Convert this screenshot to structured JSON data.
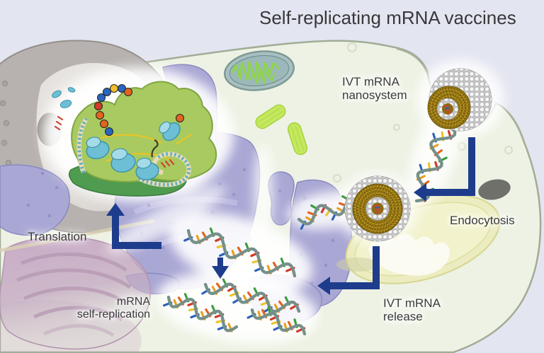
{
  "title": "Self-replicating mRNA vaccines",
  "labels": {
    "nanosystem": {
      "line1": "IVT mRNA",
      "line2": "nanosystem"
    },
    "endocytosis": {
      "line1": "Endocytosis"
    },
    "release": {
      "line1": "IVT mRNA",
      "line2": "release"
    },
    "translation": {
      "line1": "Translation"
    },
    "replication": {
      "line1": "mRNA",
      "line2": "self-replication"
    }
  },
  "colors": {
    "background": "#e3e5f0",
    "cell_fill": "#edf2e4",
    "cell_border": "#a2ac97",
    "arrow": "#1e3c8c",
    "er_purple": "#a9a7d4",
    "nucleus_gray": "#b7b2b0",
    "golgi_pink": "#c5a4c1",
    "endosome_yellow": "#ececc0",
    "lipid_gold": "#9a7a14",
    "complex_green": "#a8ca60",
    "mito_body": "#a9bfc2",
    "mito_cristae": "#8ed44e",
    "centriole_green": "#c4e95e",
    "mrna_ribbon": "#75908a",
    "label_text": "#3a3a3c"
  }
}
